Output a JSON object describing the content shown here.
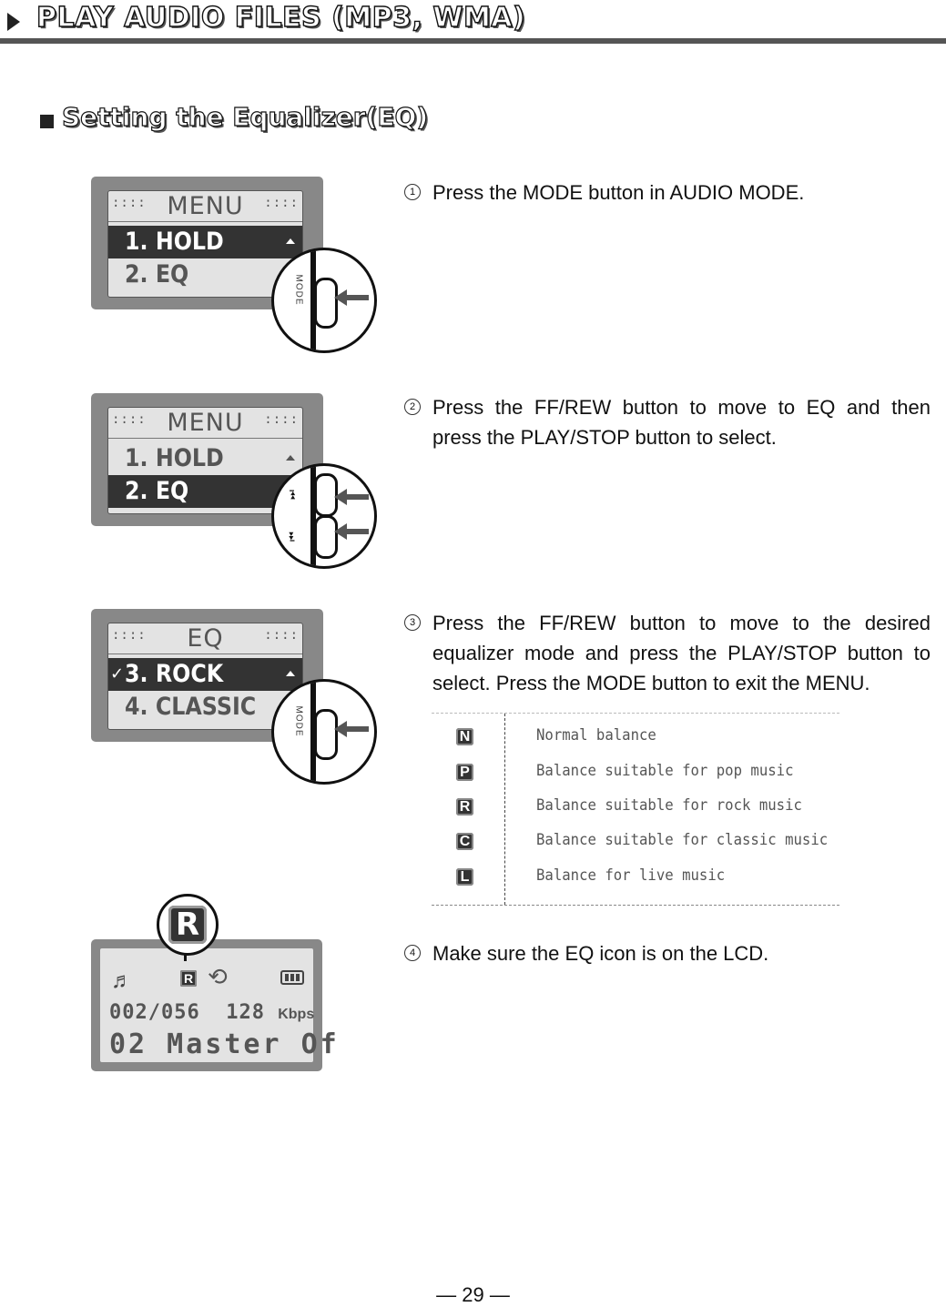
{
  "header": {
    "title": "PLAY AUDIO FILES (MP3, WMA)"
  },
  "section": {
    "title": "Setting the Equalizer(EQ)"
  },
  "steps": [
    {
      "num": "1",
      "text": "Press the MODE button in AUDIO MODE."
    },
    {
      "num": "2",
      "text": "Press the FF/REW button to move to EQ and then press the PLAY/STOP button to select."
    },
    {
      "num": "3",
      "text": "Press the FF/REW button to move to the desired equalizer mode and press the PLAY/STOP button to select. Press the MODE button to exit the MENU."
    },
    {
      "num": "4",
      "text": "Make sure the EQ icon is on the LCD."
    }
  ],
  "screens": {
    "s1": {
      "dots": "::::",
      "title": "MENU",
      "row1": "1. HOLD",
      "row2": "2. EQ",
      "button_label": "MODE"
    },
    "s2": {
      "dots": "::::",
      "title": "MENU",
      "row1": "1. HOLD",
      "row2": "2. EQ"
    },
    "s3": {
      "dots": "::::",
      "title": "EQ",
      "row1": "3. ROCK",
      "row2": "4. CLASSIC",
      "button_label": "MODE"
    },
    "s4": {
      "badge": "R",
      "track": "002/056",
      "bitrate": "128",
      "unit": "Kbps",
      "song": "02 Master Of"
    }
  },
  "eq_modes": [
    {
      "icon": "N",
      "desc": "Normal balance"
    },
    {
      "icon": "P",
      "desc": "Balance suitable for pop music"
    },
    {
      "icon": "R",
      "desc": "Balance suitable for rock music"
    },
    {
      "icon": "C",
      "desc": "Balance suitable for classic music"
    },
    {
      "icon": "L",
      "desc": "Balance for live music"
    }
  ],
  "footer": {
    "page": "— 29 —"
  },
  "colors": {
    "lcd_bg": "#e3e3e3",
    "device_body": "#888888",
    "highlight": "#333333"
  }
}
